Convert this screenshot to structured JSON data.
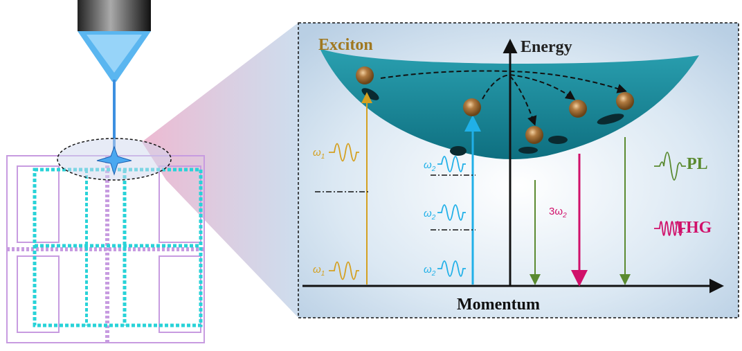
{
  "labels": {
    "exciton": "Exciton",
    "energy": "Energy",
    "momentum": "Momentum",
    "pl": "PL",
    "thg": "THG",
    "omega1": "ω",
    "omega1_sub": "1",
    "omega2": "ω",
    "omega2_sub": "2",
    "three_omega2": "3ω",
    "three_omega2_sub": "2"
  },
  "colors": {
    "exciton": "#a07820",
    "pump1": "#d4a020",
    "pump2": "#20b0e8",
    "pl": "#5a8a30",
    "thg": "#d0106a",
    "bowl": "#1a8a9a",
    "panel_bg": "#cfe0ef"
  }
}
